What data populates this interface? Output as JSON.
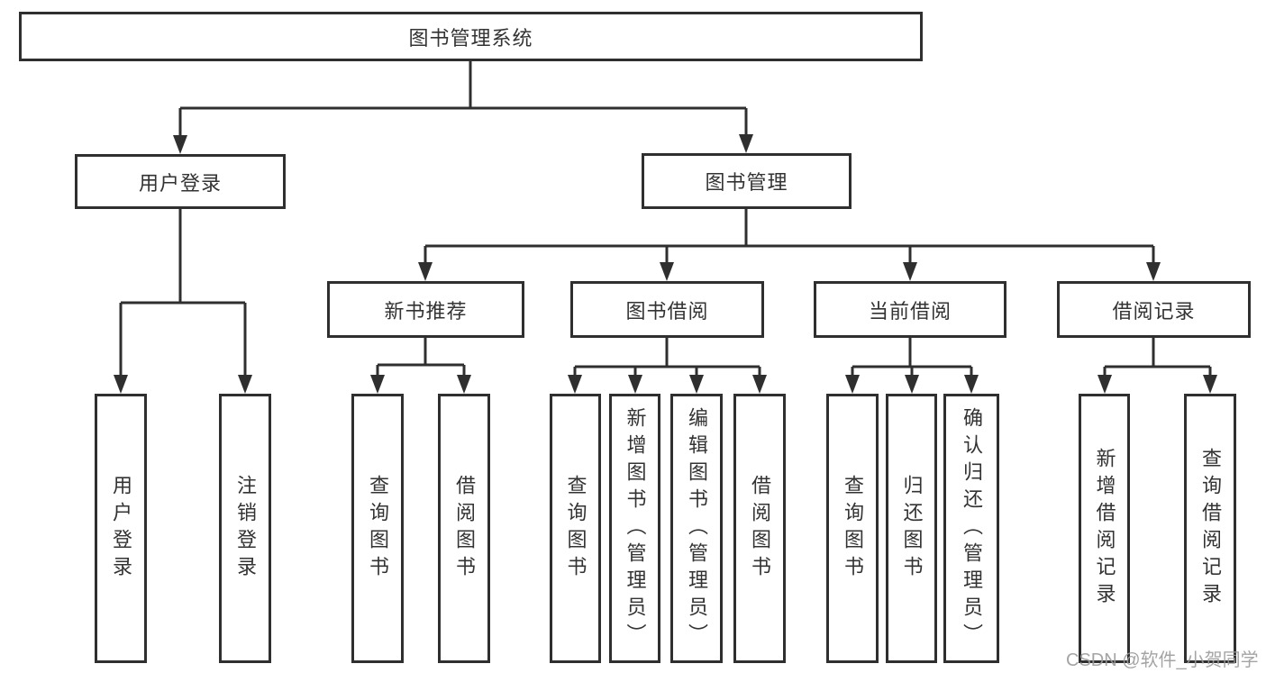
{
  "colors": {
    "line": "#2f2f2f",
    "text": "#333333",
    "watermark": "#9b9b9b",
    "background": "#ffffff"
  },
  "tree": {
    "label": "图书管理系统",
    "children": [
      {
        "label": "用户登录",
        "children": [
          {
            "label": "用户登录"
          },
          {
            "label": "注销登录"
          }
        ]
      },
      {
        "label": "图书管理",
        "children": [
          {
            "label": "新书推荐",
            "children": [
              {
                "label": "查询图书"
              },
              {
                "label": "借阅图书"
              }
            ]
          },
          {
            "label": "图书借阅",
            "children": [
              {
                "label": "查询图书"
              },
              {
                "label": "新增图书（管理员）"
              },
              {
                "label": "编辑图书（管理员）"
              },
              {
                "label": "借阅图书"
              }
            ]
          },
          {
            "label": "当前借阅",
            "children": [
              {
                "label": "查询图书"
              },
              {
                "label": "归还图书"
              },
              {
                "label": "确认归还（管理员）"
              }
            ]
          },
          {
            "label": "借阅记录",
            "children": [
              {
                "label": "新增借阅记录"
              },
              {
                "label": "查询借阅记录"
              }
            ]
          }
        ]
      }
    ]
  },
  "watermark": {
    "text": "CSDN @软件_小贺同学"
  }
}
